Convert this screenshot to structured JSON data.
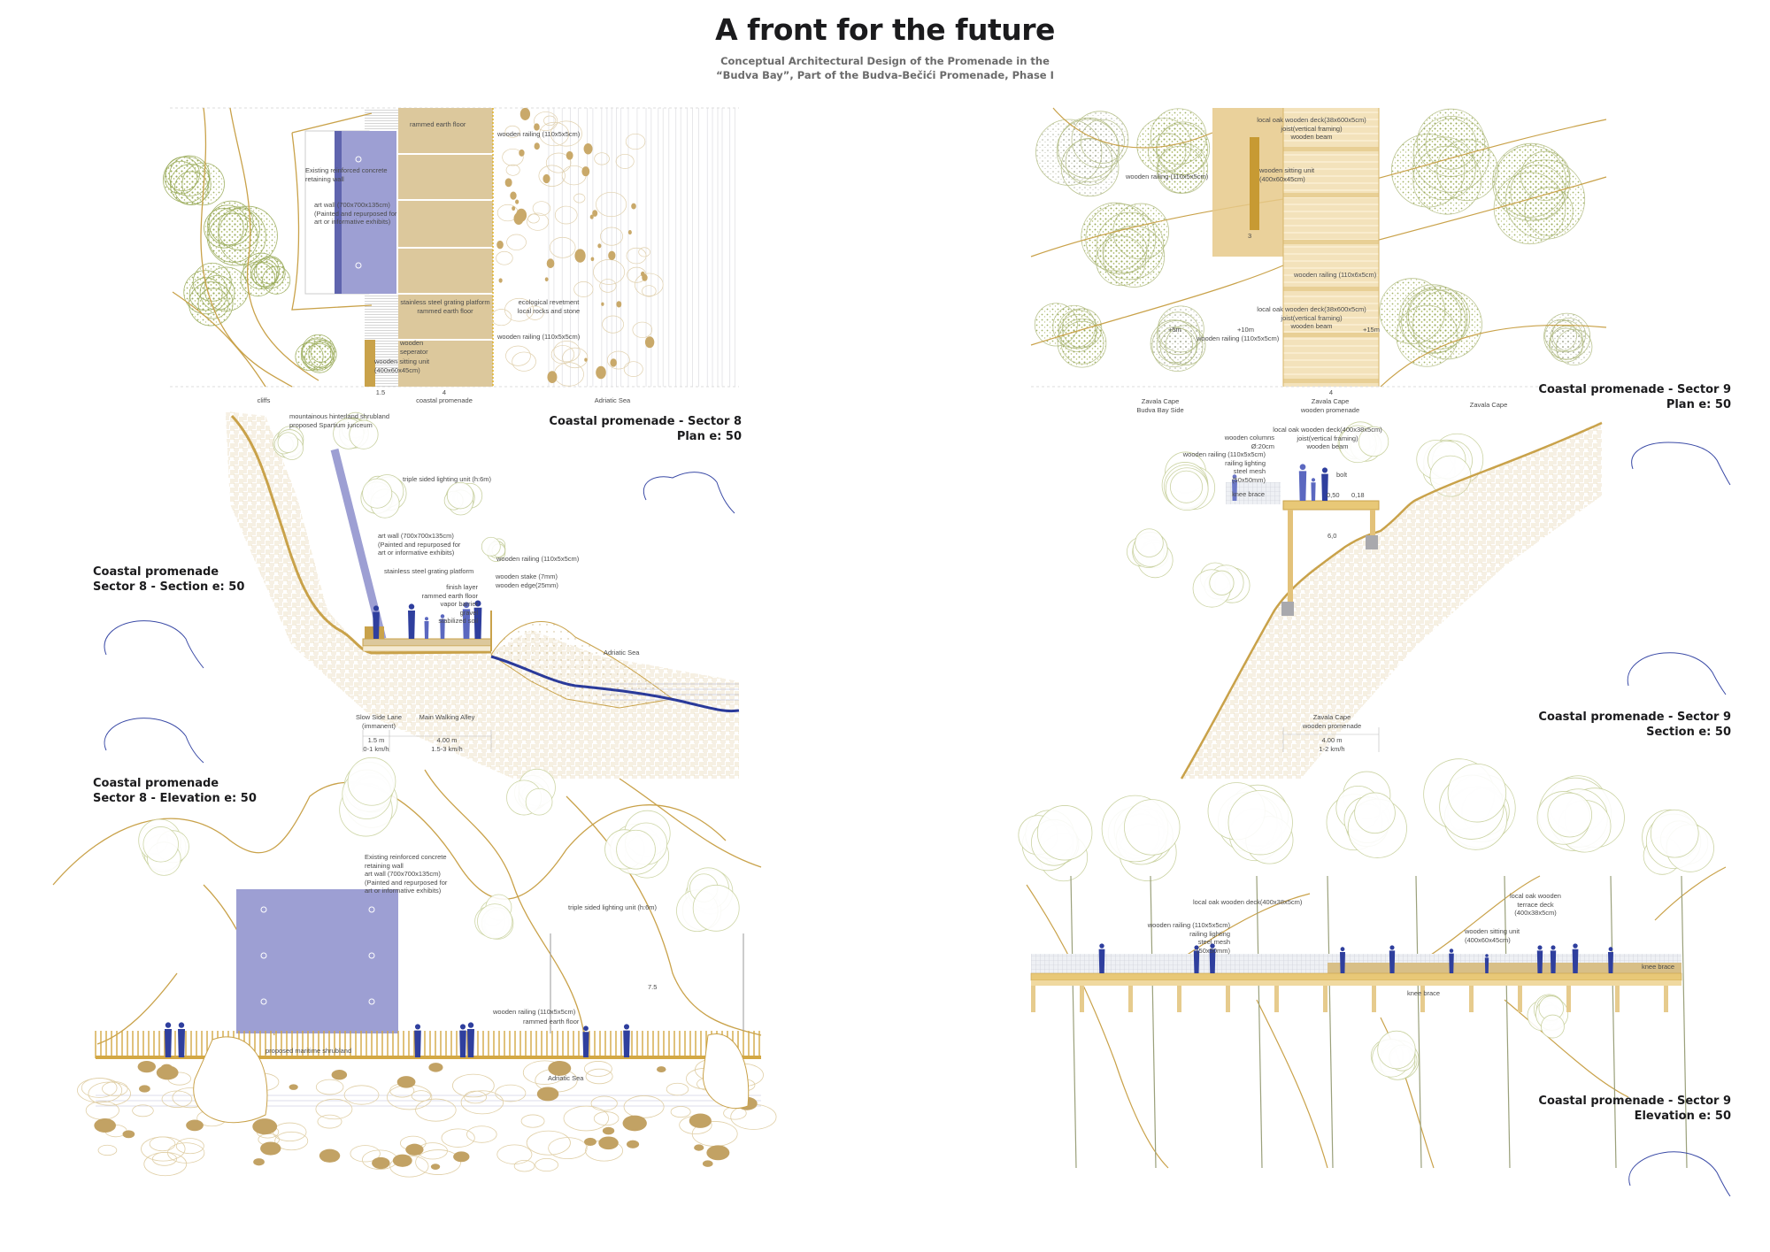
{
  "header": {
    "title": "A front for the future",
    "subtitle_line1": "Conceptual Architectural Design of the Promenade in the",
    "subtitle_line2": "“Budva Bay”, Part of the Budva-Bečići Promenade, Phase I"
  },
  "colors": {
    "promenade_tan": "#dcc89c",
    "wood_gold": "#c9a24a",
    "art_wall_purple": "#9d9fd3",
    "people_blue": "#2f3f9e",
    "tree_olive": "#9aab5a",
    "contour": "#c8a25a"
  },
  "sector8_plan": {
    "title_line1": "Coastal promenade - Sector 8",
    "title_line2": "Plan e: 50",
    "annotations": [
      "rammed earth floor",
      "wooden railing (110x5x5cm)",
      "Existing reinforced concrete\nretaining wall",
      "art wall (700x700x135cm)\n(Painted and repurposed for\nart or informative exhibits)",
      "stainless steel grating platform\nrammed earth floor",
      "ecological revetment\nlocal rocks and stone",
      "wooden railing (110x5x5cm)",
      "wooden\nseperator",
      "wooden sitting unit\n(400x60x45cm)"
    ],
    "dims": [
      "1.5",
      "4"
    ],
    "zones": [
      "cliffs",
      "coastal promenade",
      "Adriatic Sea"
    ]
  },
  "sector8_section": {
    "title_line1": "Coastal promenade",
    "title_line2": "Sector 8 - Section e: 50",
    "annotations": [
      "mountainous hinterland shrubland\nproposed Spartium junceum",
      "triple sided lighting unit (h:6m)",
      "art wall (700x700x135cm)\n(Painted and repurposed for\nart or informative exhibits)",
      "stainless steel grating platform",
      "wooden railing (110x5x5cm)",
      "wooden stake (7mm)\nwooden edge(25mm)",
      "finish layer\nrammed earth floor\nvapor barrier\ngravel\nstabilized soil",
      "Adriatic Sea"
    ],
    "lanes": [
      {
        "name": "Slow Side Lane\n(immanent)",
        "width": "1.5 m",
        "speed": "0-1 km/h"
      },
      {
        "name": "Main Walking Alley",
        "width": "4.00 m",
        "speed": "1.5-3 km/h"
      }
    ]
  },
  "sector8_elevation": {
    "title_line1": "Coastal promenade",
    "title_line2": "Sector 8 - Elevation e: 50",
    "annotations": [
      "Existing reinforced concrete\nretaining wall\n  art wall (700x700x135cm)\n  (Painted and repurposed for\n  art or informative exhibits)",
      "triple sided lighting unit (h:6m)",
      "wooden railing (110x5x5cm)",
      "rammed earth floor",
      "proposed maritime shrubland",
      "Adriatic Sea",
      "7.5"
    ]
  },
  "sector9_plan": {
    "title_line1": "Coastal promenade - Sector 9",
    "title_line2": "Plan e: 50",
    "annotations": [
      "local oak wooden deck(38x600x5cm)\njoist(vertical framing)\nwooden beam",
      "wooden railing (110x5x5cm)",
      "wooden sitting unit\n(400x60x45cm)",
      "wooden railing (110x6x5cm)",
      "local oak wooden deck(38x600x5cm)\njoist(vertical framing)\nwooden beam",
      "+10m",
      "+15m",
      "+5m",
      "wooden railing (110x5x5cm)",
      "3"
    ],
    "dims": [
      "4"
    ],
    "zones": [
      "Zavala Cape\nBudva Bay Side",
      "Zavala Cape\nwooden promenade",
      "Zavala Cape"
    ]
  },
  "sector9_section": {
    "title_line1": "Coastal promenade - Sector 9",
    "title_line2": "Section e: 50",
    "annotations": [
      "local oak wooden deck(400x38x5cm)\njoist(vertical framing)\nwooden beam",
      "wooden columns\nØ:20cm",
      "wooden railing (110x5x5cm)\nrailing lighting\nsteel mesh\n(50x50mm)",
      "bolt",
      "knee brace",
      "0,50",
      "0,18",
      "6,0"
    ],
    "lane": {
      "name": "Zavala Cape\nwooden promenade",
      "width": "4.00 m",
      "speed": "1-2 km/h"
    }
  },
  "sector9_elevation": {
    "title_line1": "Coastal promenade - Sector 9",
    "title_line2": "Elevation e: 50",
    "annotations": [
      "local oak wooden deck(400x38x5cm)",
      "wooden railing (110x5x5cm)\nrailing lighting\nsteel mesh\n(50x50mm)",
      "local oak wooden\nterrace deck\n(400x38x5cm)",
      "wooden sitting unit\n(400x60x45cm)",
      "knee brace",
      "knee brace"
    ]
  }
}
